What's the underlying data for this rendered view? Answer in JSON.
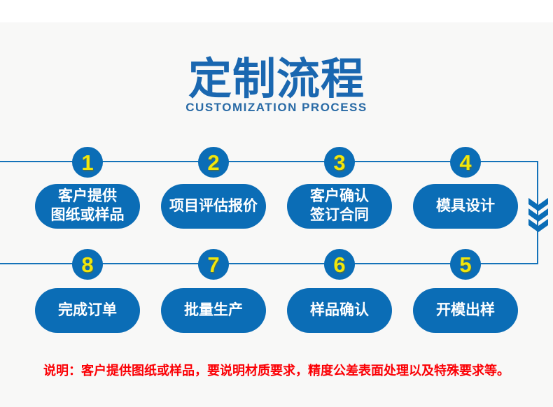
{
  "colors": {
    "bg_top": "#ffffff",
    "bg_main": "#f8f8f7",
    "blue": "#0b6db6",
    "line_blue": "#1573b9",
    "yellow": "#f2e60a",
    "title_blue": "#1a67b0",
    "subtitle_blue": "#2a6ba6",
    "note_red": "#fb0005"
  },
  "header": {
    "title": "定制流程",
    "subtitle": "CUSTOMIZATION PROCESS"
  },
  "flow": {
    "direction_hint": "steps 1-4 left to right, chevrons down on right side, steps 5-8 right to left",
    "rows": [
      {
        "steps": [
          {
            "num": "1",
            "label": "客户提供\n图纸或样品"
          },
          {
            "num": "2",
            "label": "项目评估报价"
          },
          {
            "num": "3",
            "label": "客户确认\n签订合同"
          },
          {
            "num": "4",
            "label": "模具设计"
          }
        ]
      },
      {
        "steps": [
          {
            "num": "8",
            "label": "完成订单"
          },
          {
            "num": "7",
            "label": "批量生产"
          },
          {
            "num": "6",
            "label": "样品确认"
          },
          {
            "num": "5",
            "label": "开模出样"
          }
        ]
      }
    ]
  },
  "note": {
    "text": "说明：客户提供图纸或样品，要说明材质要求，精度公差表面处理以及特殊要求等。"
  }
}
